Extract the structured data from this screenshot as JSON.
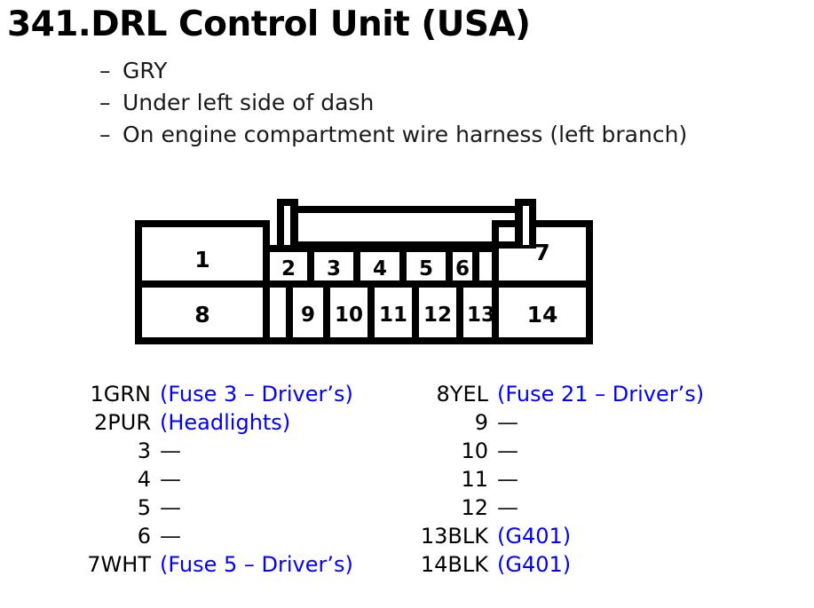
{
  "title": "341.DRL Control Unit (USA)",
  "notes": [
    {
      "dash": "–",
      "text": "GRY"
    },
    {
      "dash": "–",
      "text": "Under left side of dash"
    },
    {
      "dash": "–",
      "text": "On engine compartment wire harness (left branch)"
    }
  ],
  "connector": {
    "top_row_pins": [
      "1",
      "2",
      "3",
      "4",
      "5",
      "6",
      "7"
    ],
    "bottom_row_pins": [
      "8",
      "9",
      "10",
      "11",
      "12",
      "13",
      "14"
    ]
  },
  "pin_list_left": [
    {
      "id": "1GRN",
      "desc": "(Fuse 3 – Driver’s)",
      "empty": false
    },
    {
      "id": "2PUR",
      "desc": "(Headlights)",
      "empty": false
    },
    {
      "id": "3",
      "desc": "—",
      "empty": true
    },
    {
      "id": "4",
      "desc": "—",
      "empty": true
    },
    {
      "id": "5",
      "desc": "—",
      "empty": true
    },
    {
      "id": "6",
      "desc": "—",
      "empty": true
    },
    {
      "id": "7WHT",
      "desc": "(Fuse 5 – Driver’s)",
      "empty": false
    }
  ],
  "pin_list_right": [
    {
      "id": "8YEL",
      "desc": "(Fuse 21 – Driver’s)",
      "empty": false
    },
    {
      "id": "9",
      "desc": "—",
      "empty": true
    },
    {
      "id": "10",
      "desc": "—",
      "empty": true
    },
    {
      "id": "11",
      "desc": "—",
      "empty": true
    },
    {
      "id": "12",
      "desc": "—",
      "empty": true
    },
    {
      "id": "13BLK",
      "desc": "(G401)",
      "empty": false
    },
    {
      "id": "14BLK",
      "desc": "(G401)",
      "empty": false
    }
  ],
  "colors": {
    "text": "#000000",
    "link": "#0000ff",
    "note": "#1a1a1a"
  }
}
